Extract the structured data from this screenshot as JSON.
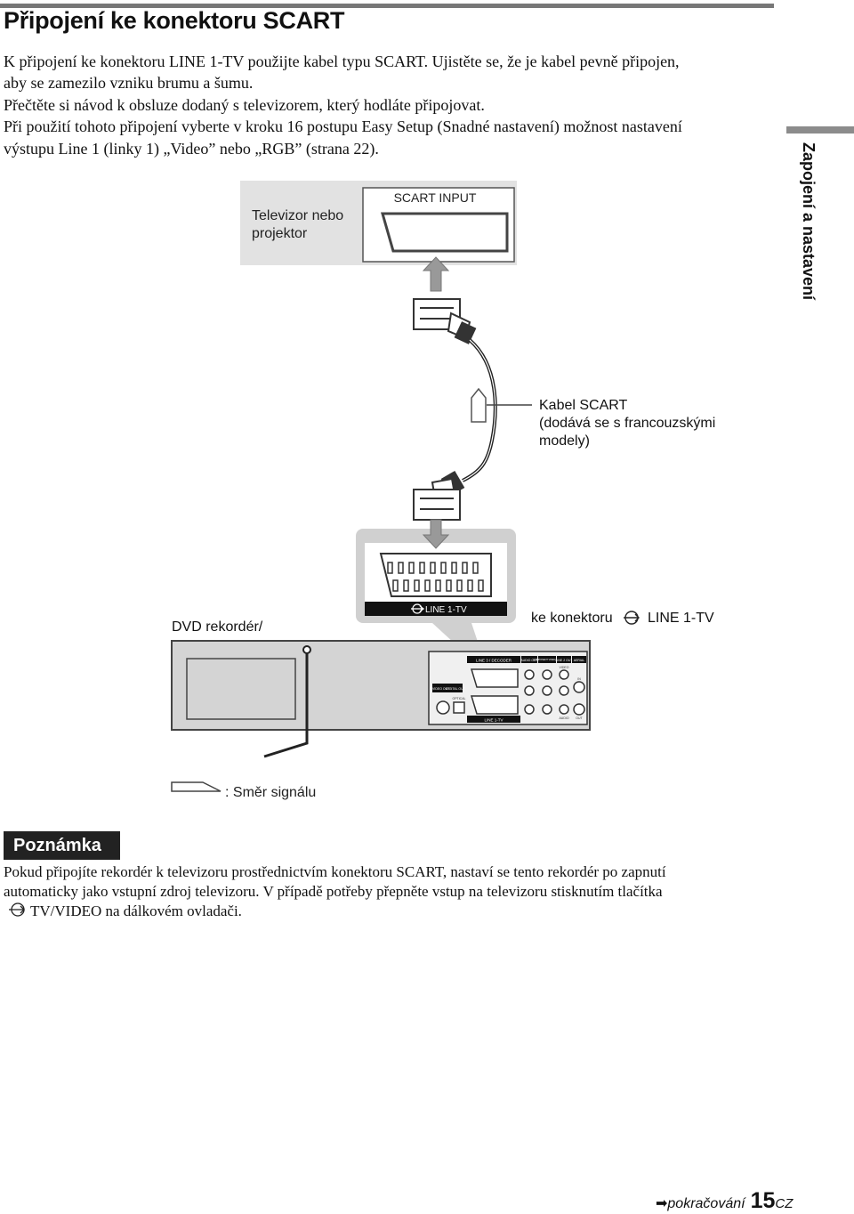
{
  "page": {
    "title": "Připojení ke konektoru SCART",
    "paragraphs": [
      "K připojení ke konektoru LINE 1-TV použijte kabel typu SCART. Ujistěte se, že je kabel pevně připojen,",
      "aby se zamezilo vzniku brumu a šumu.",
      "Přečtěte si návod k obsluze dodaný s televizorem, který hodláte připojovat.",
      "Při použití tohoto připojení vyberte v kroku 16 postupu Easy Setup (Snadné nastavení) možnost nastavení",
      "výstupu Line 1 (linky 1) „Video” nebo „RGB” (strana 22)."
    ],
    "side_tab": "Zapojení a nastavení"
  },
  "diagram": {
    "tv_label_1": "Televizor nebo",
    "tv_label_2": "projektor",
    "tv_port": "SCART INPUT",
    "cable_label_1": "Kabel SCART",
    "cable_label_2": "(dodává se s francouzskými",
    "cable_label_3": "modely)",
    "zoom_port": "LINE 1-TV",
    "recorder_label": "DVD rekordér/",
    "connector_prefix": "ke konektoru",
    "connector_name": "LINE 1-TV",
    "legend": ": Směr signálu",
    "panel_labels": {
      "line3": "LINE 3 / DECODER",
      "line1": "LINE 1-TV",
      "audio_out": "AUDIO OUT",
      "component": "COMPONENT VIDEO OUT",
      "line2out": "LINE 2 OUT",
      "aerial": "AERIAL",
      "svideo": "S VIDEO OUT",
      "digital": "DIGITAL OUT",
      "optical": "OPTICAL",
      "video": "VIDEO",
      "audio": "AUDIO",
      "out": "OUT",
      "in": "IN"
    }
  },
  "note": {
    "heading": "Poznámka",
    "lines": [
      "Pokud připojíte rekordér k televizoru prostřednictvím konektoru SCART, nastaví se tento rekordér po zapnutí",
      "automaticky jako vstupní zdroj televizoru. V případě potřeby přepněte vstup na televizoru stisknutím tlačítka",
      "TV/VIDEO na dálkovém ovladači."
    ]
  },
  "footer": {
    "continued": "pokračování",
    "page_number": "15",
    "page_suffix": "CZ"
  }
}
